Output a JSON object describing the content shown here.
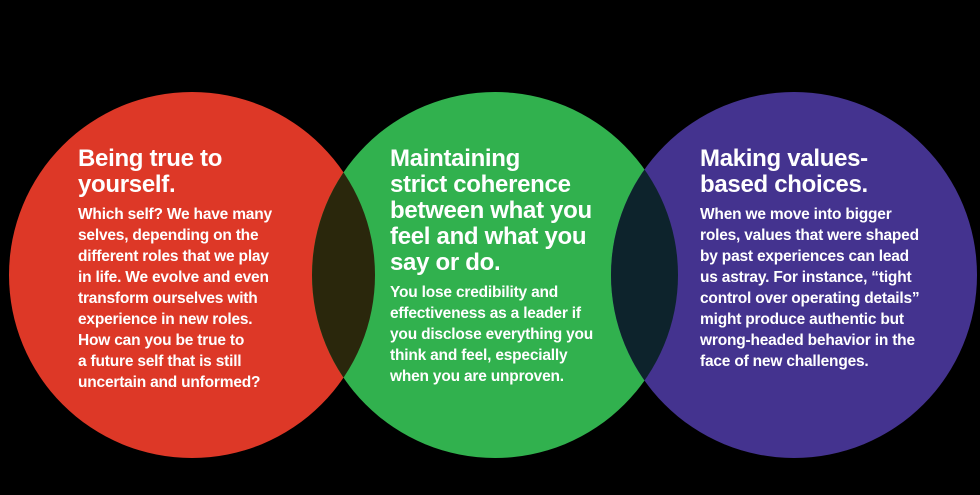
{
  "background_color": "#000000",
  "text_color": "#ffffff",
  "diagram_type": "three-overlapping-circles",
  "sections": [
    {
      "id": "being-true-to-yourself",
      "color": "#dd3827",
      "heading": "Being true to\nyourself.",
      "body": "Which self? We have many\nselves, depending on the\ndifferent roles that we play\nin life. We evolve and even\ntransform ourselves with\nexperience in new roles.\nHow can you be true to\na future self that is still\nuncertain and unformed?"
    },
    {
      "id": "maintaining-strict-coherence",
      "color": "#31b14e",
      "heading": "Maintaining\nstrict coherence\nbetween what you\nfeel and what you\nsay or do.",
      "body": "You lose credibility and\neffectiveness as a leader if\nyou disclose everything you\nthink and feel, especially\nwhen you are unproven."
    },
    {
      "id": "making-values-based-choices",
      "color": "#44338f",
      "heading": "Making values-\nbased choices.",
      "body": "When we move into bigger\nroles, values that were shaped\nby past experiences can lead\nus astray. For instance, “tight\ncontrol over operating details”\nmight produce authentic but\nwrong-headed behavior in the\nface of new challenges."
    }
  ],
  "overlaps": [
    {
      "between": "red-green",
      "color": "#2a270c"
    },
    {
      "between": "green-purple",
      "color": "#0d232c"
    }
  ]
}
